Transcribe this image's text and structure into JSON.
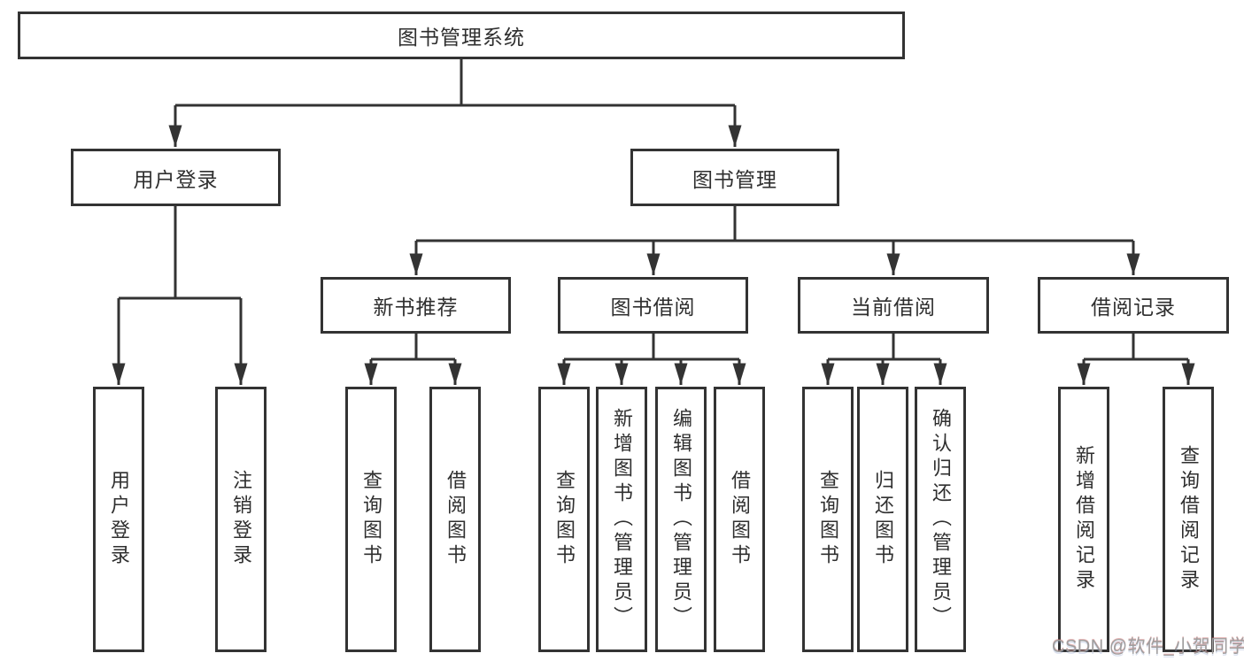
{
  "tree": {
    "label": "图书管理系统",
    "children": [
      {
        "label": "用户登录",
        "children": [
          {
            "label": "用户登录"
          },
          {
            "label": "注销登录"
          }
        ]
      },
      {
        "label": "图书管理",
        "children": [
          {
            "label": "新书推荐",
            "children": [
              {
                "label": "查询图书"
              },
              {
                "label": "借阅图书"
              }
            ]
          },
          {
            "label": "图书借阅",
            "children": [
              {
                "label": "查询图书"
              },
              {
                "label": "新增图书（管理员）"
              },
              {
                "label": "编辑图书（管理员）"
              },
              {
                "label": "借阅图书"
              }
            ]
          },
          {
            "label": "当前借阅",
            "children": [
              {
                "label": "查询图书"
              },
              {
                "label": "归还图书"
              },
              {
                "label": "确认归还（管理员）"
              }
            ]
          },
          {
            "label": "借阅记录",
            "children": [
              {
                "label": "新增借阅记录"
              },
              {
                "label": "查询借阅记录"
              }
            ]
          }
        ]
      }
    ]
  },
  "watermark": {
    "text": "CSDN @软件_小贺同学"
  },
  "colors": {
    "line": "#333333",
    "box_border": "#333333",
    "text": "#2f2f2f",
    "background": "#ffffff",
    "watermark": "#9e9e9e"
  }
}
